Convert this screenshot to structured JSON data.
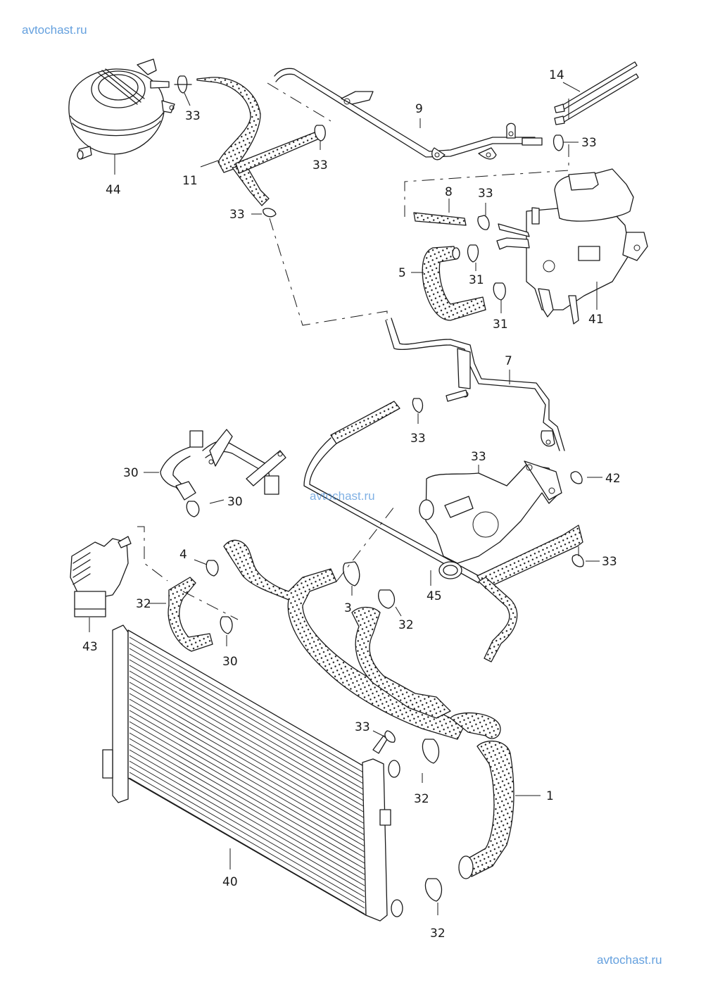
{
  "watermarks": {
    "top": "avtochast.ru",
    "middle": "avtochast.ru",
    "bottom": "avtochast.ru",
    "color": "#4a90d9"
  },
  "diagram": {
    "subject": "Engine cooling system exploded parts view",
    "callouts": [
      {
        "id": "c44",
        "text": "44",
        "part": "coolant-expansion-tank"
      },
      {
        "id": "c33a",
        "text": "33",
        "part": "hose-clip"
      },
      {
        "id": "c11",
        "text": "11",
        "part": "hose"
      },
      {
        "id": "c33b",
        "text": "33",
        "part": "hose-clip"
      },
      {
        "id": "c33c",
        "text": "33",
        "part": "hose-clip"
      },
      {
        "id": "c9",
        "text": "9",
        "part": "coolant-pipe"
      },
      {
        "id": "c14",
        "text": "14",
        "part": "cable-ties"
      },
      {
        "id": "c33d",
        "text": "33",
        "part": "hose-clip"
      },
      {
        "id": "c8",
        "text": "8",
        "part": "hose"
      },
      {
        "id": "c33e",
        "text": "33",
        "part": "hose-clip"
      },
      {
        "id": "c5",
        "text": "5",
        "part": "hose"
      },
      {
        "id": "c31a",
        "text": "31",
        "part": "hose-clip"
      },
      {
        "id": "c31b",
        "text": "31",
        "part": "hose-clip"
      },
      {
        "id": "c41",
        "text": "41",
        "part": "egr-cooler-module"
      },
      {
        "id": "c7",
        "text": "7",
        "part": "coolant-pipe"
      },
      {
        "id": "c33f",
        "text": "33",
        "part": "hose-clip"
      },
      {
        "id": "c42",
        "text": "42",
        "part": "thermostat-housing"
      },
      {
        "id": "c33g",
        "text": "33",
        "part": "hose-clip"
      },
      {
        "id": "c45",
        "text": "45",
        "part": "coolant-pipe"
      },
      {
        "id": "c30a",
        "text": "30",
        "part": "hose-clip"
      },
      {
        "id": "c30b",
        "text": "30",
        "part": "hose-clip"
      },
      {
        "id": "c33h",
        "text": "33",
        "part": "hose-clip"
      },
      {
        "id": "c4",
        "text": "4",
        "part": "hose"
      },
      {
        "id": "c32a",
        "text": "32",
        "part": "hose-clip"
      },
      {
        "id": "c3",
        "text": "3",
        "part": "coolant-pipe"
      },
      {
        "id": "c32b",
        "text": "32",
        "part": "hose-clip"
      },
      {
        "id": "c43",
        "text": "43",
        "part": "oil-filter-housing"
      },
      {
        "id": "c30c",
        "text": "30",
        "part": "hose-clip"
      },
      {
        "id": "c33i",
        "text": "33",
        "part": "hose-clip"
      },
      {
        "id": "c1",
        "text": "1",
        "part": "lower-radiator-hose"
      },
      {
        "id": "c32c",
        "text": "32",
        "part": "hose-clip"
      },
      {
        "id": "c40",
        "text": "40",
        "part": "radiator"
      },
      {
        "id": "c32d",
        "text": "32",
        "part": "hose-clip"
      }
    ]
  }
}
